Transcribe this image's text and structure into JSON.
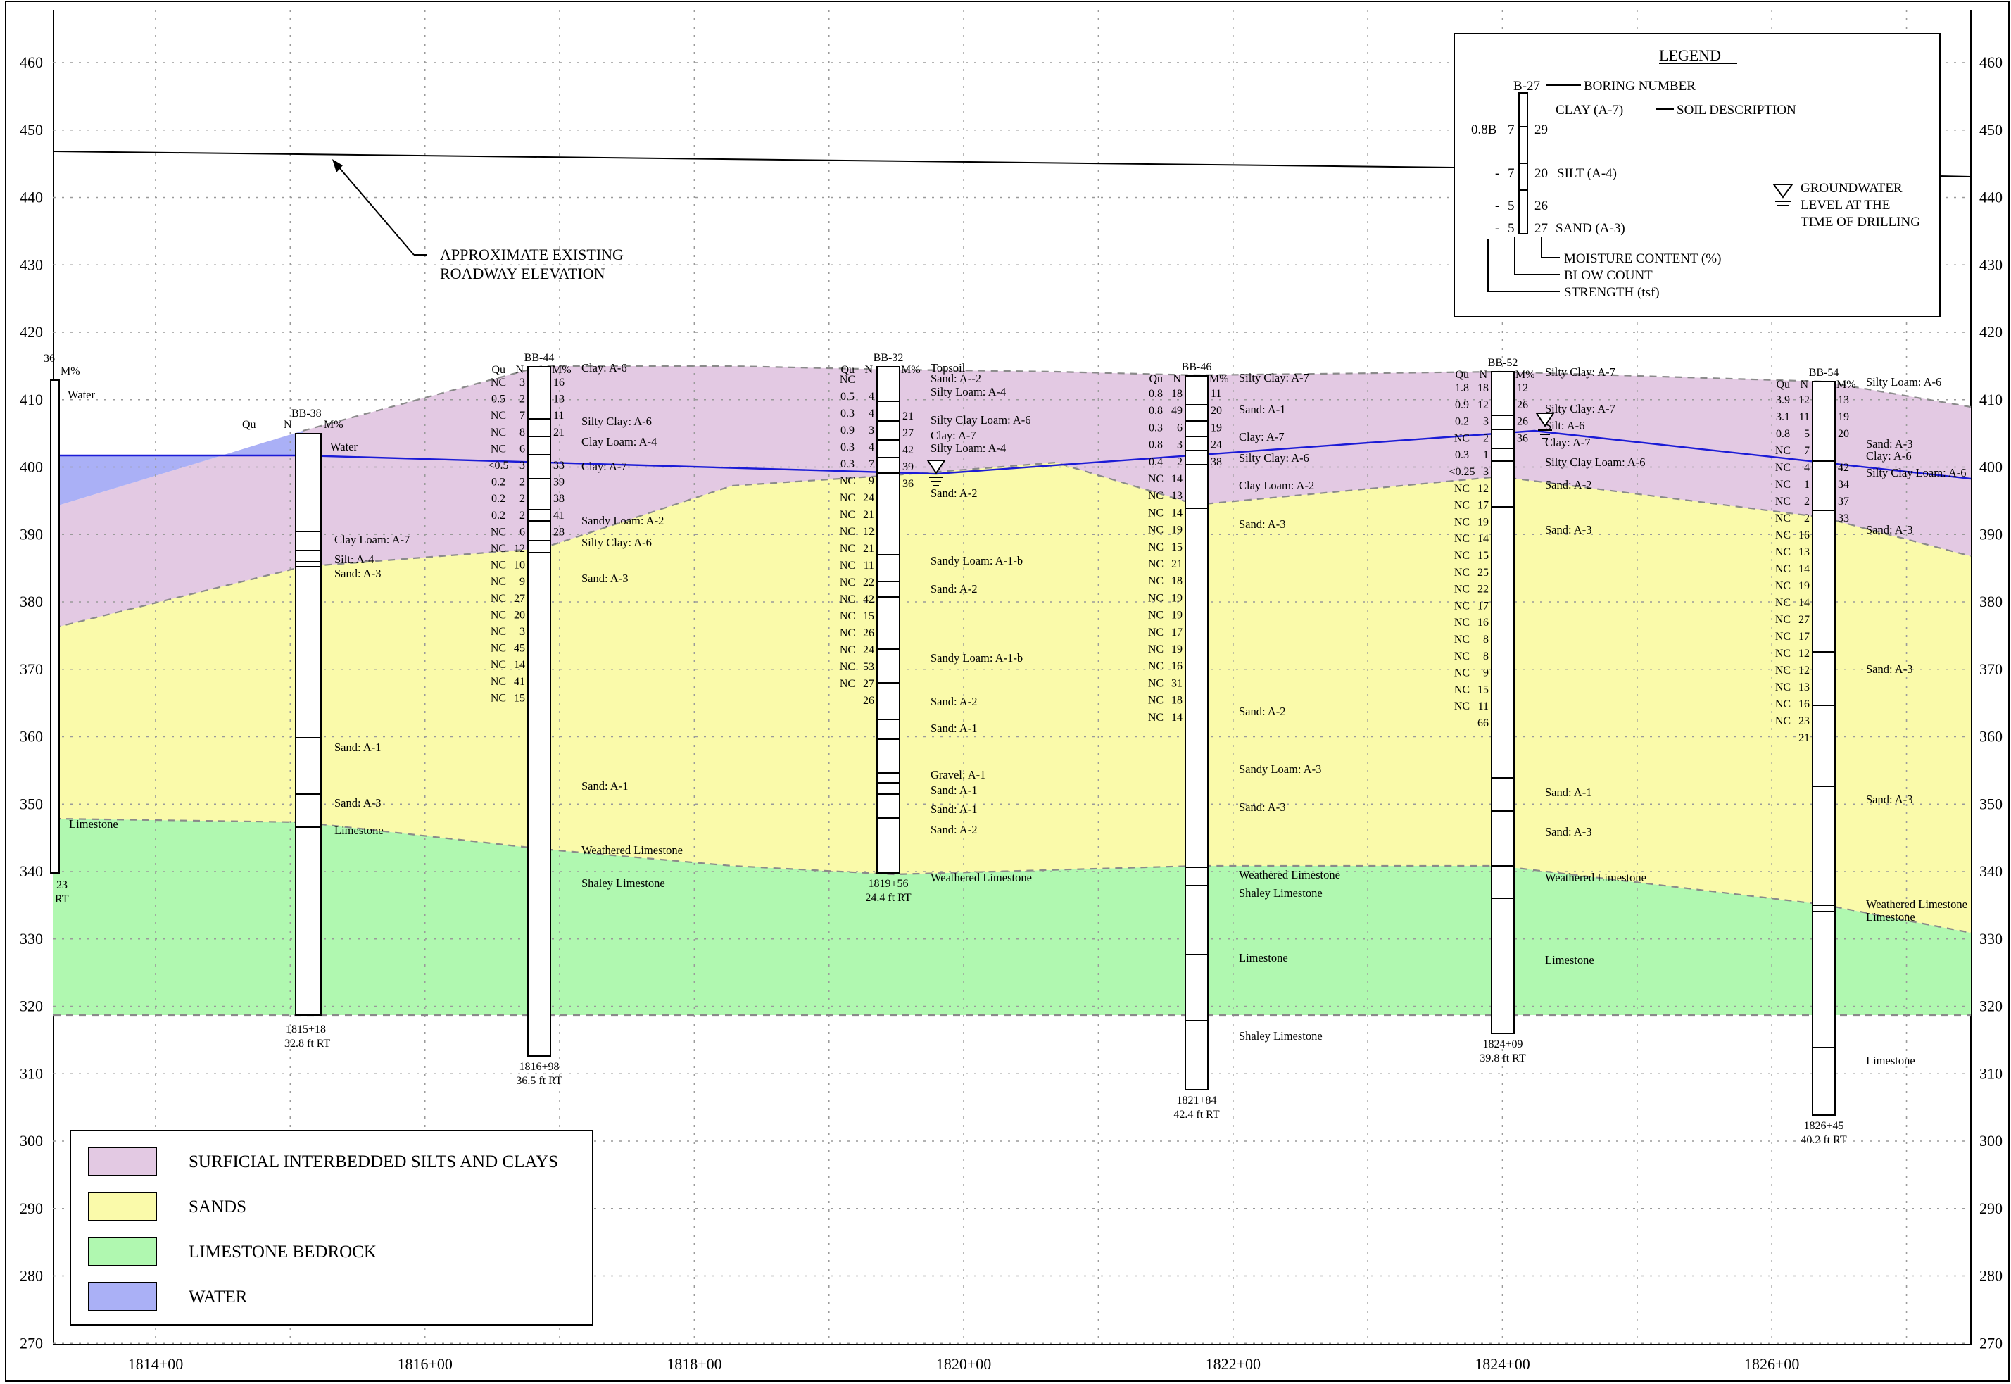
{
  "colors": {
    "silts_clays": "#e3c9e3",
    "sands": "#fafaaa",
    "limestone": "#b0f8b0",
    "water": "#aab0f6",
    "water_line": "#1b1bd6",
    "boundary": "#8a8a8a"
  },
  "elevation_axis": {
    "labels": [
      "460",
      "450",
      "440",
      "430",
      "420",
      "410",
      "400",
      "390",
      "380",
      "370",
      "360",
      "350",
      "340",
      "330",
      "320",
      "310",
      "300",
      "290",
      "280",
      "270"
    ]
  },
  "station_axis": {
    "labels": [
      "1814+00",
      "1816+00",
      "1818+00",
      "1820+00",
      "1822+00",
      "1824+00",
      "1826+00"
    ]
  },
  "annotation": {
    "road_label_1": "APPROXIMATE EXISTING",
    "road_label_2": "ROADWAY ELEVATION"
  },
  "legend": {
    "title": "LEGEND",
    "boring_id": "B-27",
    "boring_number": "BORING NUMBER",
    "clay": "CLAY (A-7)",
    "soil_description": "SOIL DESCRIPTION",
    "qu1": "0.8B",
    "n1": "7",
    "m1": "29",
    "qu2": "-",
    "n2": "7",
    "m2": "20",
    "silt": "SILT (A-4)",
    "qu3": "-",
    "n3": "5",
    "m3": "26",
    "qu4": "-",
    "n4": "5",
    "m4": "27",
    "sand": "SAND (A-3)",
    "moisture": "MOISTURE CONTENT (%)",
    "blow": "BLOW COUNT",
    "strength": "STRENGTH (tsf)",
    "gw1": "GROUNDWATER",
    "gw2": "LEVEL AT THE",
    "gw3": "TIME OF DRILLING"
  },
  "key": {
    "items": [
      {
        "label": "SURFICIAL INTERBEDDED SILTS AND CLAYS",
        "color": "#e3c9e3"
      },
      {
        "label": "SANDS",
        "color": "#fafaaa"
      },
      {
        "label": "LIMESTONE BEDROCK",
        "color": "#b0f8b0"
      },
      {
        "label": "WATER",
        "color": "#aab0f6"
      }
    ]
  },
  "left_edge": {
    "id_fragment": "36",
    "m": "M%",
    "water": "Water",
    "limestone": "Limestone",
    "sta": "23",
    "off": "RT"
  },
  "borings": {
    "bb38": {
      "id": "BB-38",
      "qu": "Qu",
      "n": "N",
      "m": "M%",
      "sta": "1815+18",
      "off": "32.8 ft RT",
      "soils": [
        "Water",
        "Clay Loam: A-7",
        "Silt: A-4",
        "Sand: A-3",
        "Sand: A-1",
        "Sand: A-3",
        "Limestone"
      ]
    },
    "bb44": {
      "id": "BB-44",
      "qu": "Qu",
      "n": "N",
      "m": "M%",
      "sta": "1816+98",
      "off": "36.5 ft RT",
      "qu_vals": [
        "NC",
        "0.5",
        "NC",
        "NC",
        "NC",
        "<0.5",
        "0.2",
        "0.2",
        "0.2",
        "NC",
        "NC",
        "NC",
        "NC",
        "NC",
        "NC",
        "NC",
        "NC",
        "NC",
        "NC",
        "NC"
      ],
      "n_vals": [
        "3",
        "2",
        "7",
        "8",
        "6",
        "3",
        "2",
        "2",
        "2",
        "6",
        "12",
        "10",
        "9",
        "27",
        "20",
        "3",
        "45",
        "14",
        "41",
        "15"
      ],
      "m_vals": [
        "16",
        "13",
        "11",
        "21",
        "",
        "33",
        "39",
        "38",
        "41",
        "28"
      ],
      "soils": [
        "Clay: A-6",
        "Silty Clay: A-6",
        "Clay Loam: A-4",
        "Clay: A-7",
        "Sandy Loam: A-2",
        "Silty Clay: A-6",
        "Sand: A-3",
        "Sand: A-1",
        "Weathered Limestone",
        "Shaley Limestone"
      ]
    },
    "bb32": {
      "id": "BB-32",
      "qu": "Qu",
      "n": "N",
      "m": "M%",
      "sta": "1819+56",
      "off": "24.4 ft RT",
      "qu_vals": [
        "NC",
        "0.5",
        "0.3",
        "0.9",
        "0.3",
        "0.3",
        "NC",
        "NC",
        "NC",
        "NC",
        "NC",
        "NC",
        "NC",
        "NC",
        "NC",
        "NC",
        "NC",
        "NC",
        "NC"
      ],
      "n_vals": [
        "",
        "4",
        "4",
        "3",
        "4",
        "7",
        "9",
        "24",
        "21",
        "12",
        "21",
        "11",
        "22",
        "42",
        "15",
        "26",
        "24",
        "53",
        "27",
        "26"
      ],
      "m_vals": [
        "",
        "21",
        "27",
        "42",
        "39",
        "36"
      ],
      "soils": [
        "Topsoil",
        "Sand: A--2",
        "Silty Loam: A-4",
        "Silty Clay Loam: A-6",
        "Clay: A-7",
        "Silty Loam: A-4",
        "Sand: A-2",
        "Sandy Loam: A-1-b",
        "Sand: A-2",
        "Sandy Loam: A-1-b",
        "Sand: A-2",
        "Sand: A-1",
        "Gravel: A-1",
        "Sand: A-1",
        "Sand: A-1",
        "Sand: A-2",
        "Weathered Limestone"
      ]
    },
    "bb46": {
      "id": "BB-46",
      "qu": "Qu",
      "n": "N",
      "m": "M%",
      "sta": "1821+84",
      "off": "42.4 ft RT",
      "qu_vals": [
        "0.8",
        "0.8",
        "0.3",
        "0.8",
        "0.4",
        "NC",
        "NC",
        "NC",
        "NC",
        "NC",
        "NC",
        "NC",
        "NC",
        "NC",
        "NC",
        "NC",
        "NC",
        "NC",
        "NC",
        "NC"
      ],
      "n_vals": [
        "18",
        "49",
        "6",
        "3",
        "2",
        "14",
        "13",
        "14",
        "19",
        "15",
        "21",
        "18",
        "19",
        "19",
        "17",
        "19",
        "16",
        "31",
        "18",
        "14"
      ],
      "m_vals": [
        "11",
        "20",
        "19",
        "24",
        "38"
      ],
      "soils": [
        "Silty Clay: A-7",
        "Sand: A-1",
        "Clay: A-7",
        "Silty Clay: A-6",
        "Clay Loam: A-2",
        "Sand: A-3",
        "Sand: A-2",
        "Sandy Loam: A-3",
        "Sand: A-3",
        "Weathered Limestone",
        "Shaley Limestone",
        "Limestone",
        "Shaley Limestone"
      ]
    },
    "bb52": {
      "id": "BB-52",
      "qu": "Qu",
      "n": "N",
      "m": "M%",
      "sta": "1824+09",
      "off": "39.8 ft RT",
      "qu_vals": [
        "1.8",
        "0.9",
        "0.2",
        "NC",
        "0.3",
        "<0.25",
        "NC",
        "NC",
        "NC",
        "NC",
        "NC",
        "NC",
        "NC",
        "NC",
        "NC",
        "NC",
        "NC",
        "NC",
        "NC",
        "NC"
      ],
      "n_vals": [
        "18",
        "12",
        "3",
        "2",
        "1",
        "3",
        "12",
        "17",
        "19",
        "14",
        "15",
        "25",
        "22",
        "17",
        "16",
        "8",
        "8",
        "9",
        "15",
        "11",
        "66"
      ],
      "m_vals": [
        "12",
        "26",
        "26",
        "36"
      ],
      "soils": [
        "Silty Clay: A-7",
        "Silty Clay: A-7",
        "Silt: A-6",
        "Clay: A-7",
        "Silty Clay Loam: A-6",
        "Sand: A-2",
        "Sand: A-3",
        "Sand: A-1",
        "Sand: A-3",
        "Weathered Limestone",
        "Limestone"
      ]
    },
    "bb54": {
      "id": "BB-54",
      "qu": "Qu",
      "n": "N",
      "m": "M%",
      "sta": "1826+45",
      "off": "40.2 ft RT",
      "qu_vals": [
        "3.9",
        "3.1",
        "0.8",
        "NC",
        "NC",
        "NC",
        "NC",
        "NC",
        "NC",
        "NC",
        "NC",
        "NC",
        "NC",
        "NC",
        "NC",
        "NC",
        "NC",
        "NC",
        "NC",
        "NC"
      ],
      "n_vals": [
        "12",
        "11",
        "5",
        "7",
        "4",
        "1",
        "2",
        "2",
        "16",
        "13",
        "14",
        "19",
        "14",
        "27",
        "17",
        "12",
        "12",
        "13",
        "16",
        "23",
        "21"
      ],
      "m_vals": [
        "13",
        "19",
        "20",
        "",
        "42",
        "34",
        "37",
        "33"
      ],
      "soils": [
        "Silty Loam: A-6",
        "Sand: A-3",
        "Clay: A-6",
        "Silty Clay Loam: A-6",
        "Sand: A-3",
        "Sand: A-3",
        "Sand: A-3",
        "Weathered Limestone",
        "Limestone",
        "Limestone"
      ]
    }
  }
}
